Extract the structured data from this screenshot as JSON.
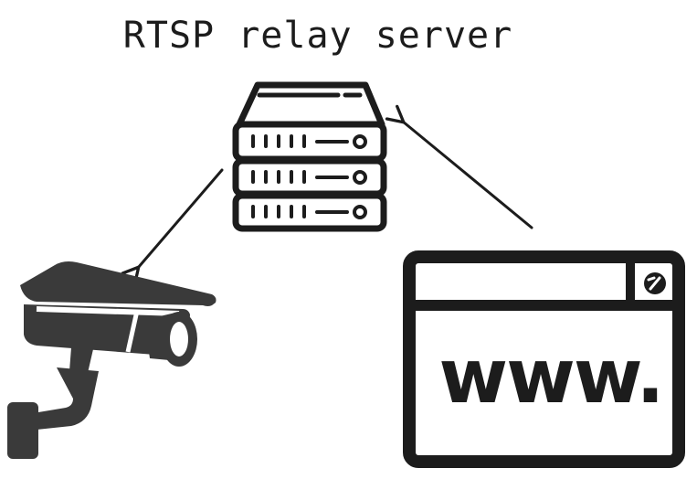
{
  "diagram": {
    "title": "RTSP relay server",
    "browser_text": "www.",
    "nodes": [
      {
        "id": "server",
        "icon": "server-rack-icon"
      },
      {
        "id": "camera",
        "icon": "security-camera-icon"
      },
      {
        "id": "browser",
        "icon": "browser-window-icon"
      }
    ],
    "edges": [
      {
        "from": "server",
        "to": "camera"
      },
      {
        "from": "browser",
        "to": "server"
      }
    ]
  },
  "colors": {
    "ink": "#1c1c1c",
    "background": "#ffffff"
  }
}
